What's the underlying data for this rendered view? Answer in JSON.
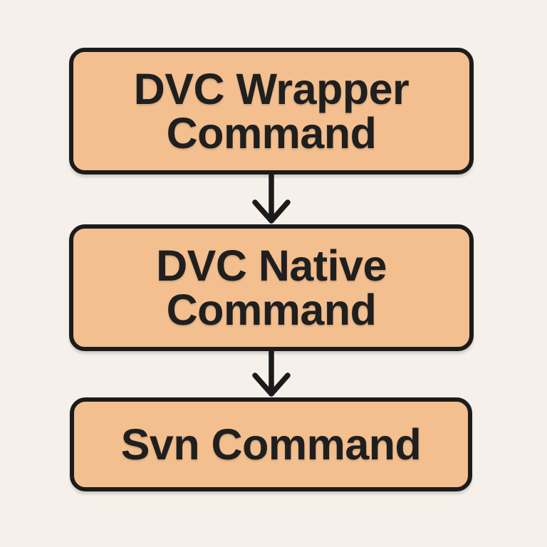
{
  "colors": {
    "background": "#f5f1ea",
    "node_fill": "#f3bf8f",
    "node_border": "#1b1b1b",
    "text": "#1f1f1f",
    "arrow": "#1b1b1b"
  },
  "diagram": {
    "type": "flowchart",
    "direction": "top-down",
    "nodes": [
      {
        "id": "dvc-wrapper-command",
        "label": "DVC Wrapper Command"
      },
      {
        "id": "dvc-native-command",
        "label": "DVC Native Command"
      },
      {
        "id": "svn-command",
        "label": "Svn Command"
      }
    ],
    "edges": [
      {
        "from": "dvc-wrapper-command",
        "to": "dvc-native-command",
        "arrow": "down"
      },
      {
        "from": "dvc-native-command",
        "to": "svn-command",
        "arrow": "down"
      }
    ]
  }
}
